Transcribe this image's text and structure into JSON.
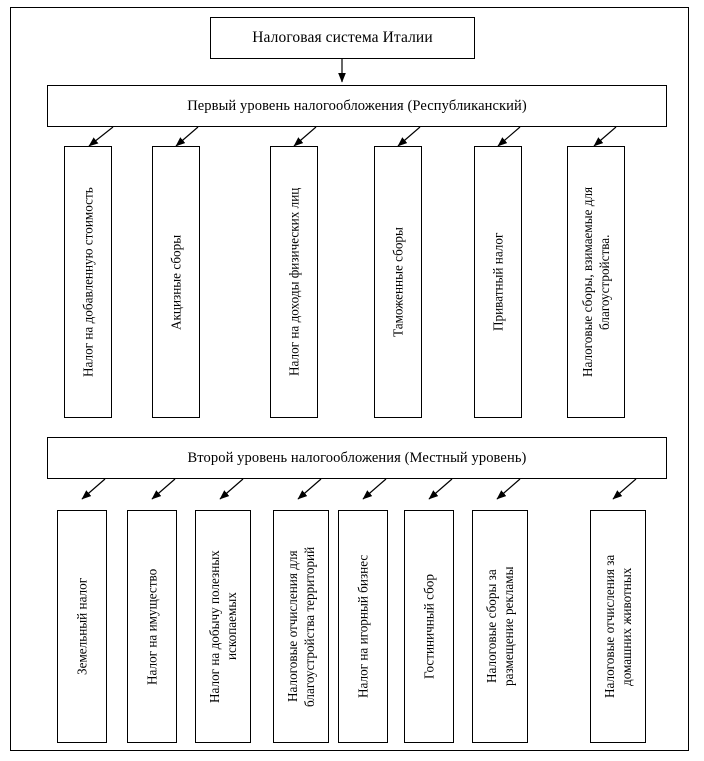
{
  "diagram": {
    "title": "Налоговая система Италии",
    "level1": {
      "header": "Первый уровень налогообложения (Республиканский)",
      "items": [
        {
          "label": "Налог на добавленную стоимость"
        },
        {
          "label": "Акцизные сборы"
        },
        {
          "label": "Налог на доходы физических лиц"
        },
        {
          "label": "Таможенные сборы"
        },
        {
          "label": "Приватный налог"
        },
        {
          "label": "Налоговые сборы, взимаемые для\nблагоустройства."
        }
      ]
    },
    "level2": {
      "header": "Второй уровень налогообложения (Местный уровень)",
      "items": [
        {
          "label": "Земельный налог"
        },
        {
          "label": "Налог на имущество"
        },
        {
          "label": "Налог на добычу полезных\nископаемых"
        },
        {
          "label": "Налоговые отчисления для\nблагоустройства территорий"
        },
        {
          "label": "Налог на игорный бизнес"
        },
        {
          "label": "Гостиничный сбор"
        },
        {
          "label": "Налоговые сборы за\nразмещение рекламы"
        },
        {
          "label": "Налоговые отчисления за\nдомашних животных"
        }
      ]
    },
    "colors": {
      "line": "#000000",
      "background": "#ffffff",
      "text": "#000000"
    }
  }
}
